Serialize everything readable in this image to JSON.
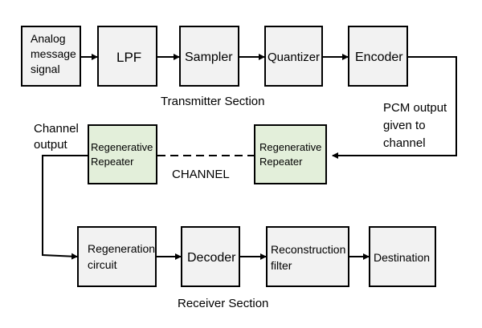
{
  "blocks": {
    "analog": {
      "line1": "Analog",
      "line2": "message",
      "line3": "signal"
    },
    "lpf": "LPF",
    "sampler": "Sampler",
    "quantizer": "Quantizer",
    "encoder": "Encoder",
    "repeater_right": {
      "line1": "Regenerative",
      "line2": "Repeater"
    },
    "repeater_left": {
      "line1": "Regenerative",
      "line2": "Repeater"
    },
    "regeneration": {
      "line1": "Regeneration",
      "line2": "circuit"
    },
    "decoder": "Decoder",
    "reconstruction": {
      "line1": "Reconstruction",
      "line2": "filter"
    },
    "destination": "Destination"
  },
  "labels": {
    "transmitter_section": "Transmitter Section",
    "pcm_output": {
      "line1": "PCM output",
      "line2": "given to",
      "line3": "channel"
    },
    "channel_output": {
      "line1": "Channel",
      "line2": "output"
    },
    "channel": "CHANNEL",
    "receiver_section": "Receiver Section"
  },
  "colors": {
    "block_fill": "#f2f2f2",
    "repeater_fill": "#e3efda",
    "line": "#000000"
  }
}
